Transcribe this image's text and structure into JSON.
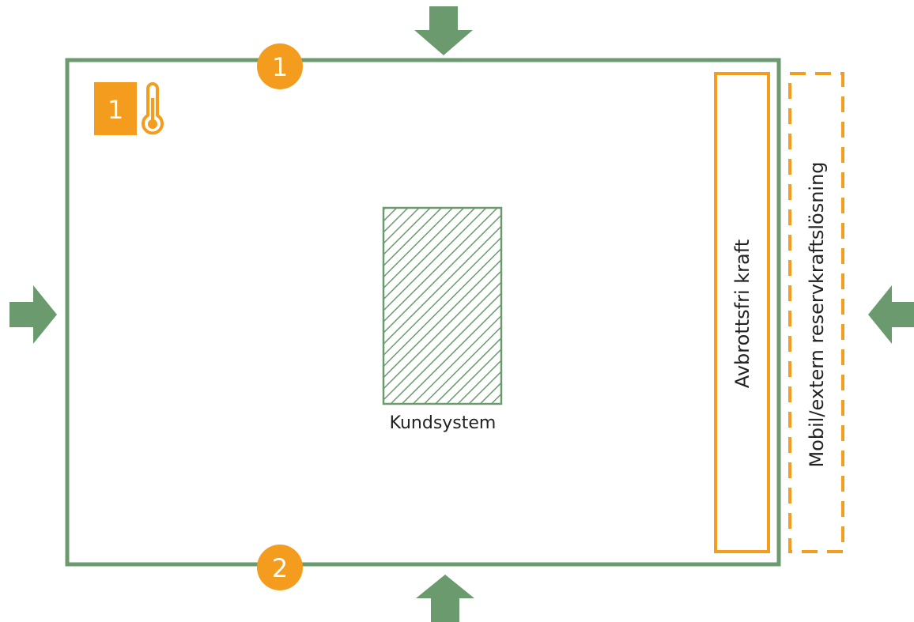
{
  "colors": {
    "green": "#6B9A6E",
    "orange": "#F39C1E",
    "hatch": "#6B9A6E",
    "text": "#222222"
  },
  "markers": {
    "top_circle": "1",
    "bottom_circle": "2",
    "square": "1"
  },
  "icons": {
    "thermometer": "thermometer-icon",
    "arrows": [
      "arrow-down-icon",
      "arrow-right-icon",
      "arrow-left-icon",
      "arrow-up-icon"
    ]
  },
  "labels": {
    "customer_system": "Kundsystem",
    "ups": "Avbrottsfri kraft",
    "backup": "Mobil/extern reservkraftslösning"
  }
}
